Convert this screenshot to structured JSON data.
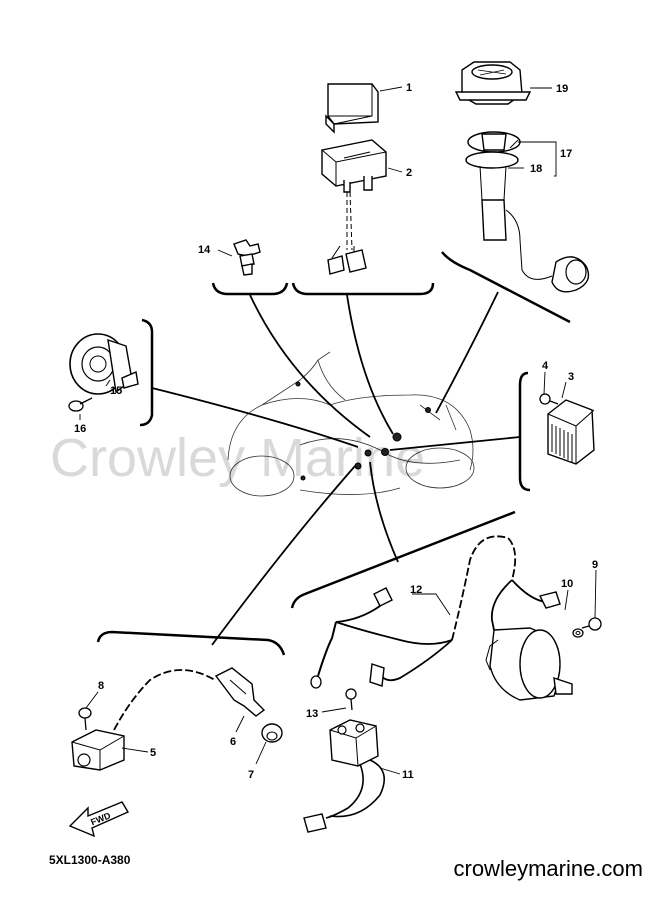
{
  "diagram": {
    "code": "5XL1300-A380",
    "website": "crowleymarine.com",
    "watermark": "Crowley Marine",
    "direction_label": "FWD",
    "callouts": {
      "c1": "1",
      "c2": "2",
      "c3": "3",
      "c4": "4",
      "c5": "5",
      "c6": "6",
      "c7": "7",
      "c8": "8",
      "c9": "9",
      "c10": "10",
      "c11": "11",
      "c12": "12",
      "c13": "13",
      "c14": "14",
      "c15": "15",
      "c16": "16",
      "c17": "17",
      "c18": "18",
      "c19": "19"
    }
  }
}
